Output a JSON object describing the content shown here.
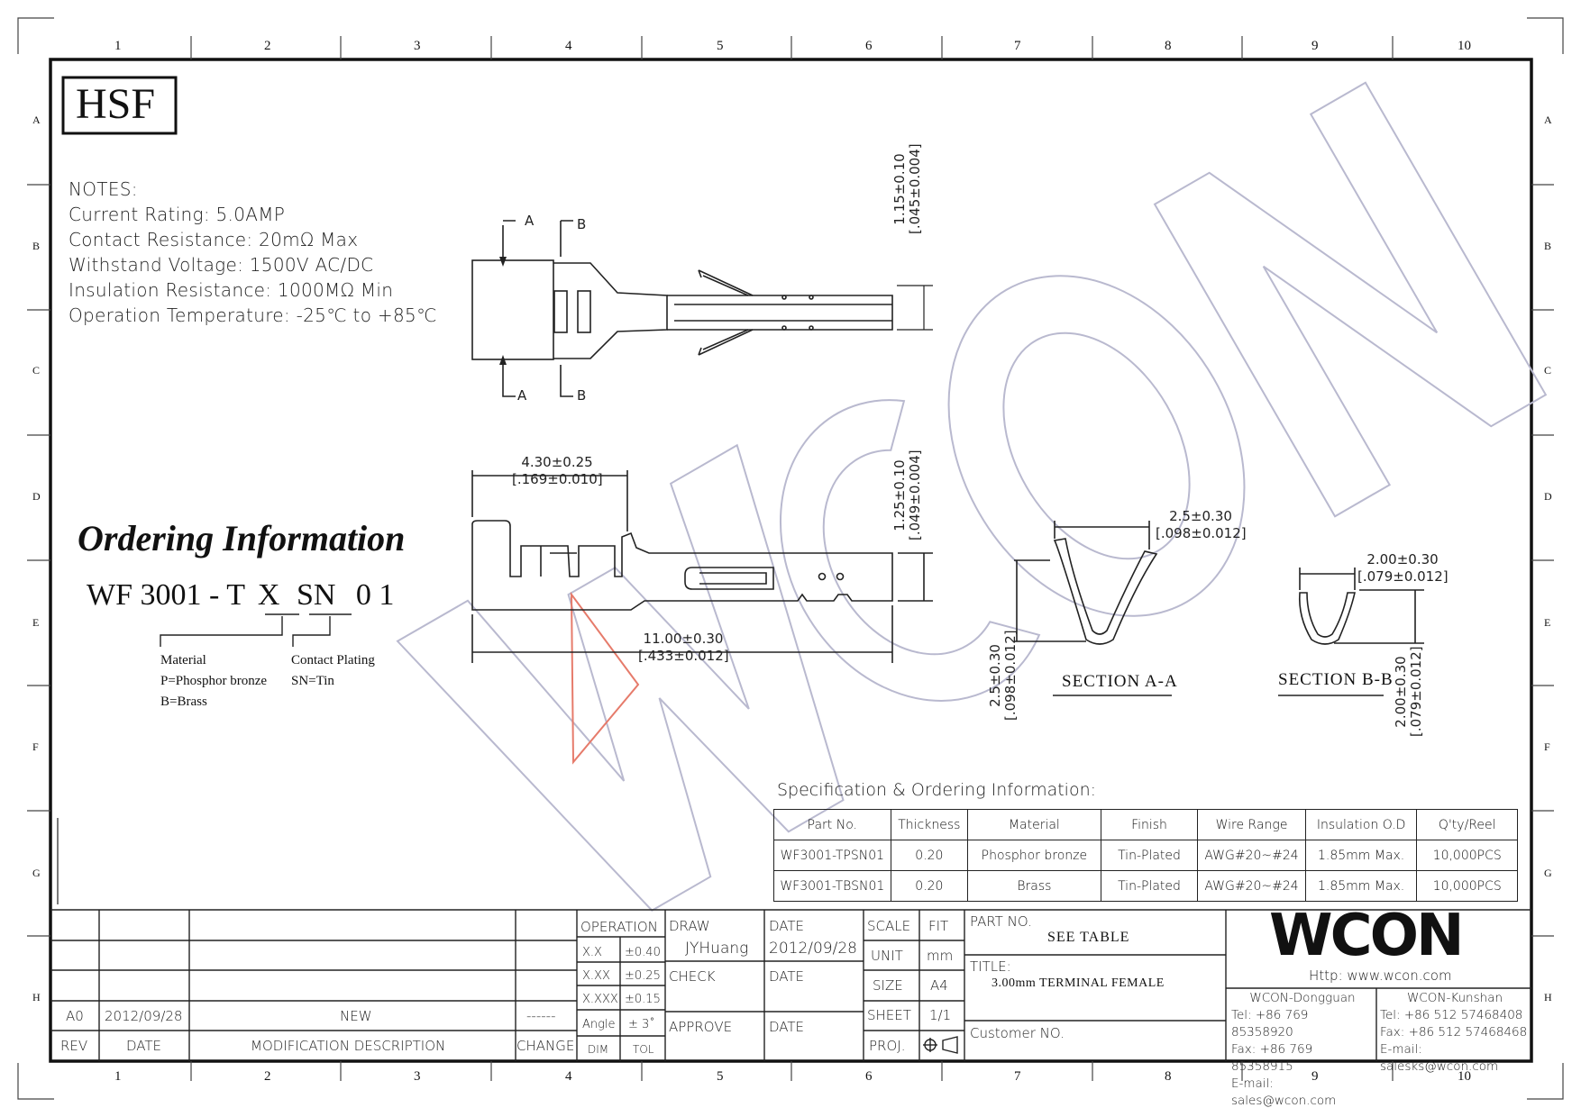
{
  "logo_box": "HSF",
  "notes": {
    "heading": "NOTES:",
    "lines": [
      "Current Rating: 5.0AMP",
      "Contact Resistance: 20mΩ Max",
      "Withstand Voltage: 1500V AC/DC",
      "Insulation Resistance: 1000MΩ Min",
      "Operation Temperature: -25℃ to +85℃"
    ]
  },
  "ordering": {
    "title": "Ordering Information",
    "code_prefix": "WF 3001 - T",
    "code_x": "X",
    "code_sn": "SN",
    "code_suffix": "0 1",
    "material_label": "Material",
    "material_p": "P=Phosphor bronze",
    "material_b": "B=Brass",
    "plating_label": "Contact Plating",
    "plating_sn": "SN=Tin"
  },
  "dims": {
    "height_top_mm": "1.15±0.10",
    "height_top_in": "[.045±0.004]",
    "height_side_mm": "1.25±0.10",
    "height_side_in": "[.049±0.004]",
    "len_a_mm": "4.30±0.25",
    "len_a_in": "[.169±0.010]",
    "len_total_mm": "11.00±0.30",
    "len_total_in": "[.433±0.012]",
    "sec_a_w_mm": "2.5±0.30",
    "sec_a_w_in": "[.098±0.012]",
    "sec_a_h_mm": "2.5±0.30",
    "sec_a_h_in": "[.098±0.012]",
    "sec_b_w_mm": "2.00±0.30",
    "sec_b_w_in": "[.079±0.012]",
    "sec_b_h_mm": "2.00±0.30",
    "sec_b_h_in": "[.079±0.012]",
    "section_a": "SECTION A-A",
    "section_b": "SECTION B-B",
    "label_a": "A",
    "label_b": "B"
  },
  "watermark": "WCON",
  "spec_table": {
    "title": "Specification & Ordering Information:",
    "headers": [
      "Part No.",
      "Thickness",
      "Material",
      "Finish",
      "Wire Range",
      "Insulation O.D",
      "Q'ty/Reel"
    ],
    "rows": [
      [
        "WF3001-TPSN01",
        "0.20",
        "Phosphor bronze",
        "Tin-Plated",
        "AWG#20~#24",
        "1.85mm Max.",
        "10,000PCS"
      ],
      [
        "WF3001-TBSN01",
        "0.20",
        "Brass",
        "Tin-Plated",
        "AWG#20~#24",
        "1.85mm Max.",
        "10,000PCS"
      ]
    ]
  },
  "grid": {
    "cols": [
      "1",
      "2",
      "3",
      "4",
      "5",
      "6",
      "7",
      "8",
      "9",
      "10"
    ],
    "rows": [
      "A",
      "B",
      "C",
      "D",
      "E",
      "F",
      "G",
      "H"
    ]
  },
  "title_block": {
    "rev_val": "A0",
    "date_val": "2012/09/28",
    "mod_val": "NEW",
    "change_val": "------",
    "rev_label": "REV",
    "date_label": "DATE",
    "mod_label": "MODIFICATION DESCRIPTION",
    "change_label": "CHANGE",
    "operation": "OPERATION",
    "tol": [
      [
        "X.X",
        "±0.40"
      ],
      [
        "X.XX",
        "±0.25"
      ],
      [
        "X.XXX",
        "±0.15"
      ],
      [
        "Angle",
        "± 3˚"
      ]
    ],
    "dim_label": "DIM",
    "tol_label": "TOL",
    "draw": "DRAW",
    "draw_name": "JYHuang",
    "draw_date_label": "DATE",
    "draw_date": "2012/09/28",
    "check": "CHECK",
    "check_date": "DATE",
    "approve": "APPROVE",
    "approve_date": "DATE",
    "scale": "SCALE",
    "scale_val": "FIT",
    "unit": "UNIT",
    "unit_val": "mm",
    "size": "SIZE",
    "size_val": "A4",
    "sheet": "SHEET",
    "sheet_val": "1/1",
    "proj": "PROJ.",
    "part_no_label": "PART NO.",
    "part_no_val": "SEE TABLE",
    "title_label": "TITLE:",
    "title_val": "3.00mm TERMINAL FEMALE",
    "customer": "Customer NO.",
    "brand": "WCON",
    "http": "Http:  www.wcon.com",
    "dg_name": "WCON-Dongguan",
    "dg_tel": "Tel: +86 769 85358920",
    "dg_fax": "Fax: +86 769 85358915",
    "dg_mail": "E-mail: sales@wcon.com",
    "ks_name": "WCON-Kunshan",
    "ks_tel": "Tel: +86 512 57468408",
    "ks_fax": "Fax: +86 512 57468468",
    "ks_mail": "E-mail: salesks@wcon.com"
  }
}
